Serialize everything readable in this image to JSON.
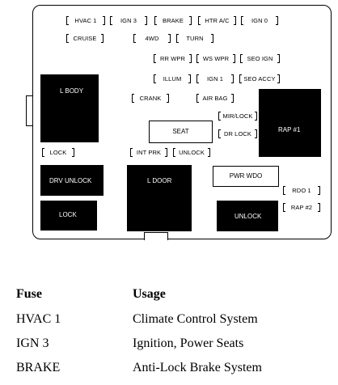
{
  "diagram": {
    "fuses": {
      "hvac1": "HVAC 1",
      "ign3": "IGN 3",
      "brake": "BRAKE",
      "htr_ac": "HTR A/C",
      "ign0": "IGN 0",
      "cruise": "CRUISE",
      "fourwd": "4WD",
      "turn": "TURN",
      "rr_wpr": "RR WPR",
      "ws_wpr": "WS WPR",
      "seo_ign": "SEO IGN",
      "illum": "ILLUM",
      "ign1": "IGN 1",
      "seo_accy": "SEO ACCY",
      "crank": "CRANK",
      "air_bag": "AIR BAG",
      "mir_lock": "MIR/LOCK",
      "dr_lock": "DR LOCK",
      "lock": "LOCK",
      "int_prk": "INT PRK",
      "unlock_fuse": "UNLOCK",
      "rdo1": "RDO 1",
      "rap2": "RAP #2"
    },
    "relays": {
      "l_body": "L BODY",
      "rap1": "RAP #1",
      "seat": "SEAT",
      "drv_unlock": "DRV UNLOCK",
      "l_door": "L DOOR",
      "pwr_wdo": "PWR WDO",
      "lock_relay": "LOCK",
      "unlock_relay": "UNLOCK"
    }
  },
  "table": {
    "headers": {
      "fuse": "Fuse",
      "usage": "Usage"
    },
    "rows": [
      {
        "fuse": "HVAC 1",
        "usage": "Climate Control System"
      },
      {
        "fuse": "IGN 3",
        "usage": "Ignition, Power Seats"
      },
      {
        "fuse": "BRAKE",
        "usage": "Anti-Lock Brake System"
      }
    ]
  }
}
